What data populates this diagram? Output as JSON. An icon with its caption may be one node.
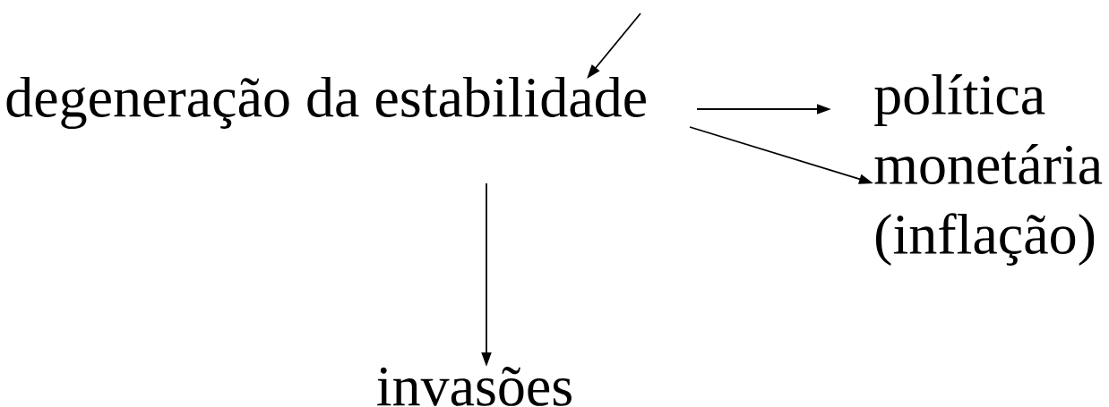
{
  "diagram": {
    "nodes": [
      {
        "text": [
          "degeneração da estabilidade"
        ]
      },
      {
        "text": [
          "política monetária (inflação)"
        ]
      },
      {
        "text": [
          "invasões"
        ]
      }
    ],
    "edges": [
      {
        "from": null,
        "to": 0,
        "arrow": "to"
      },
      {
        "from": 0,
        "to": 1,
        "arrow": "to"
      },
      {
        "from": 0,
        "to": 1,
        "arrow": "to"
      },
      {
        "from": 0,
        "to": 2,
        "arrow": "to"
      }
    ]
  }
}
